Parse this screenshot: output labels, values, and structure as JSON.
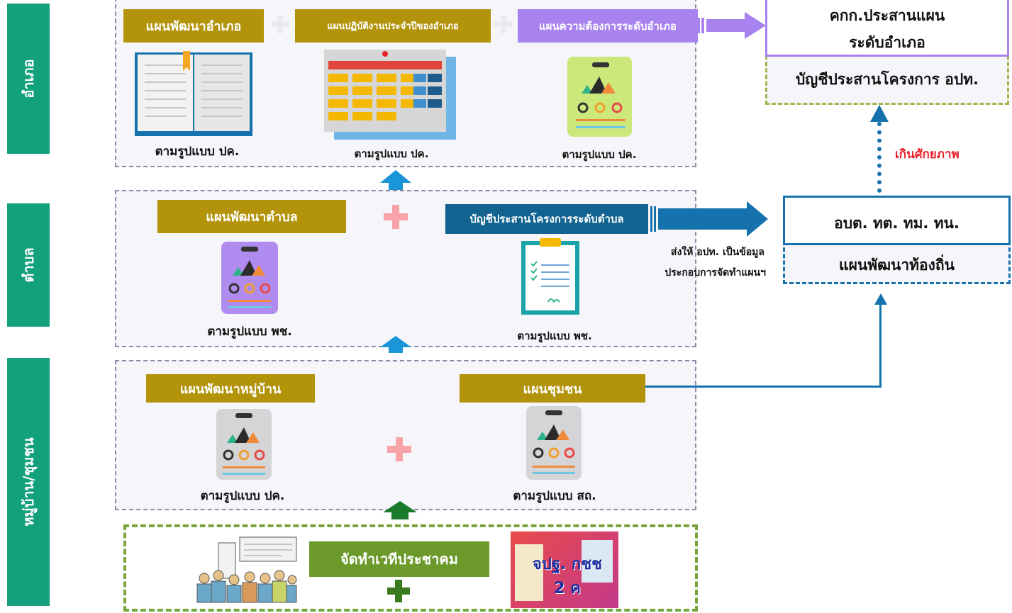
{
  "side_labels": {
    "district": "อำเภอ",
    "subdistrict": "ตำบล",
    "village": "หมู่บ้าน/ชุมชน"
  },
  "district": {
    "plan1": "แผนพัฒนาอำเภอ",
    "plan2": "แผนปฏิบัติงานประจำปีของอำเภอ",
    "plan3": "แผนความต้องการระดับอำเภอ",
    "cap1": "ตามรูปแบบ ปค.",
    "cap2": "ตามรูปแบบ ปค.",
    "cap3": "ตามรูปแบบ ปค."
  },
  "subdistrict": {
    "plan1": "แผนพัฒนาตำบล",
    "plan2": "บัญชีประสานโครงการระดับตำบล",
    "cap1": "ตามรูปแบบ พช.",
    "cap2": "ตามรูปแบบ พช."
  },
  "village": {
    "plan1": "แผนพัฒนาหมู่บ้าน",
    "plan2": "แผนชุมชน",
    "cap1": "ตามรูปแบบ ปค.",
    "cap2": "ตามรูปแบบ สถ."
  },
  "forum": {
    "label": "จัดทำเวทีประชาคม",
    "poster_text": "จปฐ. กชช 2 ค"
  },
  "right": {
    "committee_line1": "คกก.ประสานแผน",
    "committee_line2": "ระดับอำเภอ",
    "project_list": "บัญชีประสานโครงการ อปท.",
    "beyond": "เกินศักยภาพ",
    "local_orgs": "อบต. ทต. ทม. ทน.",
    "local_plan": "แผนพัฒนาท้องถิ่น",
    "send_line1": "ส่งให้ อปท. เป็นข้อมูล",
    "send_line2": "ประกอบการจัดทำแผนฯ"
  },
  "colors": {
    "green": "#13a07d",
    "olive": "#b2930a",
    "blue": "#1572ad",
    "purple": "#a882ef",
    "red": "#e8202a"
  }
}
